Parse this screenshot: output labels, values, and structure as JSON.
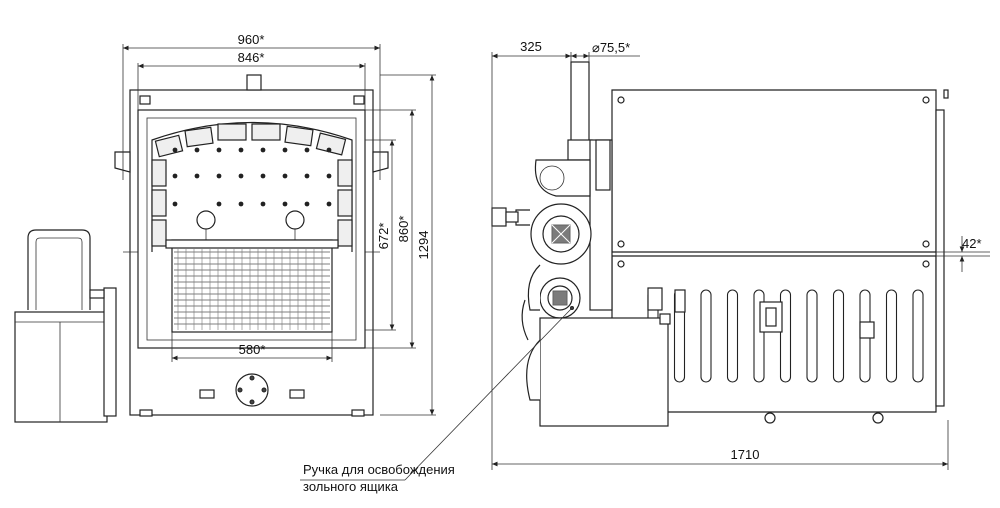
{
  "dimensions": {
    "front_width_total": "960*",
    "front_width_inner": "846*",
    "grate_width": "580*",
    "height_door": "672*",
    "height_inner": "860*",
    "height_total": "1294",
    "side_offset": "325",
    "pipe_diameter": "⌀75,5*",
    "side_small": "42*",
    "side_length": "1710"
  },
  "callout": {
    "line1": "Ручка для освобождения",
    "line2": "зольного ящика"
  }
}
